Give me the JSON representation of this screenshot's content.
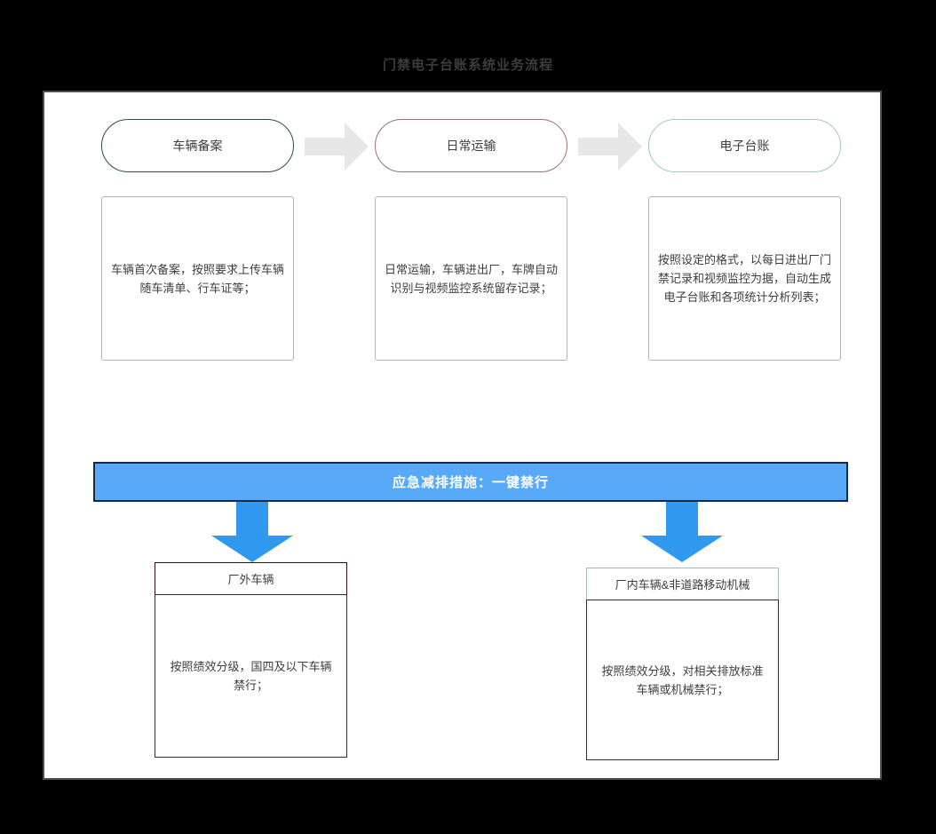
{
  "page": {
    "title": "门禁电子台账系统业务流程",
    "background_color": "#000000"
  },
  "stages": [
    {
      "label": "车辆备案",
      "border_color": "#2a4d4b",
      "description": "车辆首次备案，按照要求上传车辆随车清单、行车证等；"
    },
    {
      "label": "日常运输",
      "border_color": "#9b7272",
      "description": "日常运输，车辆进出厂，车牌自动识别与视频监控系统留存记录；"
    },
    {
      "label": "电子台账",
      "border_color": "#a3c8c6",
      "description": "按照设定的格式，以每日进出厂门禁记录和视频监控为据，自动生成电子台账和各项统计分析列表；"
    }
  ],
  "banner": {
    "label": "应急减排措施：一键禁行",
    "fill_color": "#58a9f7",
    "border_color": "#142a40",
    "text_color": "#ffffff"
  },
  "branches": [
    {
      "title": "厂外车辆",
      "header_border_color": "#330d0d",
      "description": "按照绩效分级，国四及以下车辆禁行；"
    },
    {
      "title": "厂内车辆&非道路移动机械",
      "header_border_color": "#9fbac3",
      "description": "按照绩效分级，对相关排放标准车辆或机械禁行；"
    }
  ],
  "arrows": {
    "flow_arrow_color": "#e7e7e7",
    "down_arrow_color": "#2f99ef"
  }
}
